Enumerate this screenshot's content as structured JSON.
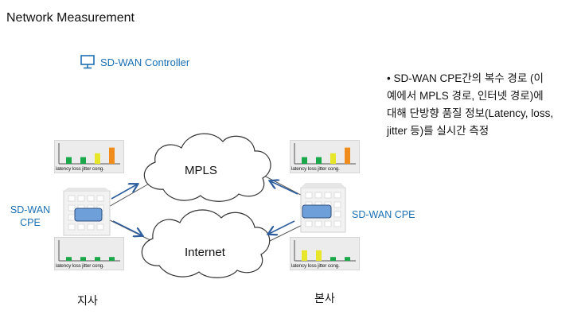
{
  "title": "Network Measurement",
  "controller": {
    "label": "SD-WAN Controller",
    "icon": "monitor-icon"
  },
  "description": "SD-WAN CPE간의 복수 경로 (이 예에서 MPLS 경로, 인터넷 경로)에 대해 단방향 품질 정보(Latency, loss, jitter 등)를 실시간 측정",
  "description_lines": [
    "• SD-WAN CPE간의 복수 경로 (이",
    "예에서 MPLS 경로, 인터넷 경로)에",
    "대해 단방향 품질 정보(Latency, loss,",
    "jitter 등)를 실시간 측정"
  ],
  "clouds": {
    "top": "MPLS",
    "bottom": "Internet"
  },
  "left_cpe_label": [
    "SD-WAN",
    "CPE"
  ],
  "right_cpe_label": "SD-WAN CPE",
  "sites": {
    "left": "지사",
    "right": "본사"
  },
  "metric_caption": "latency loss jitter cong.",
  "colors": {
    "accent": "#1a6fb3",
    "green": "#1aa84a",
    "yellow": "#e8e62a",
    "orange": "#f08c1c",
    "cpe": "#6f9fd8"
  },
  "metric_charts": [
    {
      "position": "left-top",
      "bars": [
        {
          "level": 0.35,
          "color": "green"
        },
        {
          "level": 0.35,
          "color": "green"
        },
        {
          "level": 0.55,
          "color": "yellow"
        },
        {
          "level": 0.85,
          "color": "orange"
        }
      ]
    },
    {
      "position": "left-bottom",
      "bars": [
        {
          "level": 0.2,
          "color": "green"
        },
        {
          "level": 0.2,
          "color": "green"
        },
        {
          "level": 0.2,
          "color": "green"
        },
        {
          "level": 0.2,
          "color": "green"
        }
      ]
    },
    {
      "position": "right-top",
      "bars": [
        {
          "level": 0.35,
          "color": "green"
        },
        {
          "level": 0.35,
          "color": "green"
        },
        {
          "level": 0.55,
          "color": "yellow"
        },
        {
          "level": 0.85,
          "color": "orange"
        }
      ]
    },
    {
      "position": "right-bottom",
      "bars": [
        {
          "level": 0.55,
          "color": "yellow"
        },
        {
          "level": 0.55,
          "color": "yellow"
        },
        {
          "level": 0.2,
          "color": "green"
        },
        {
          "level": 0.2,
          "color": "green"
        }
      ]
    }
  ]
}
